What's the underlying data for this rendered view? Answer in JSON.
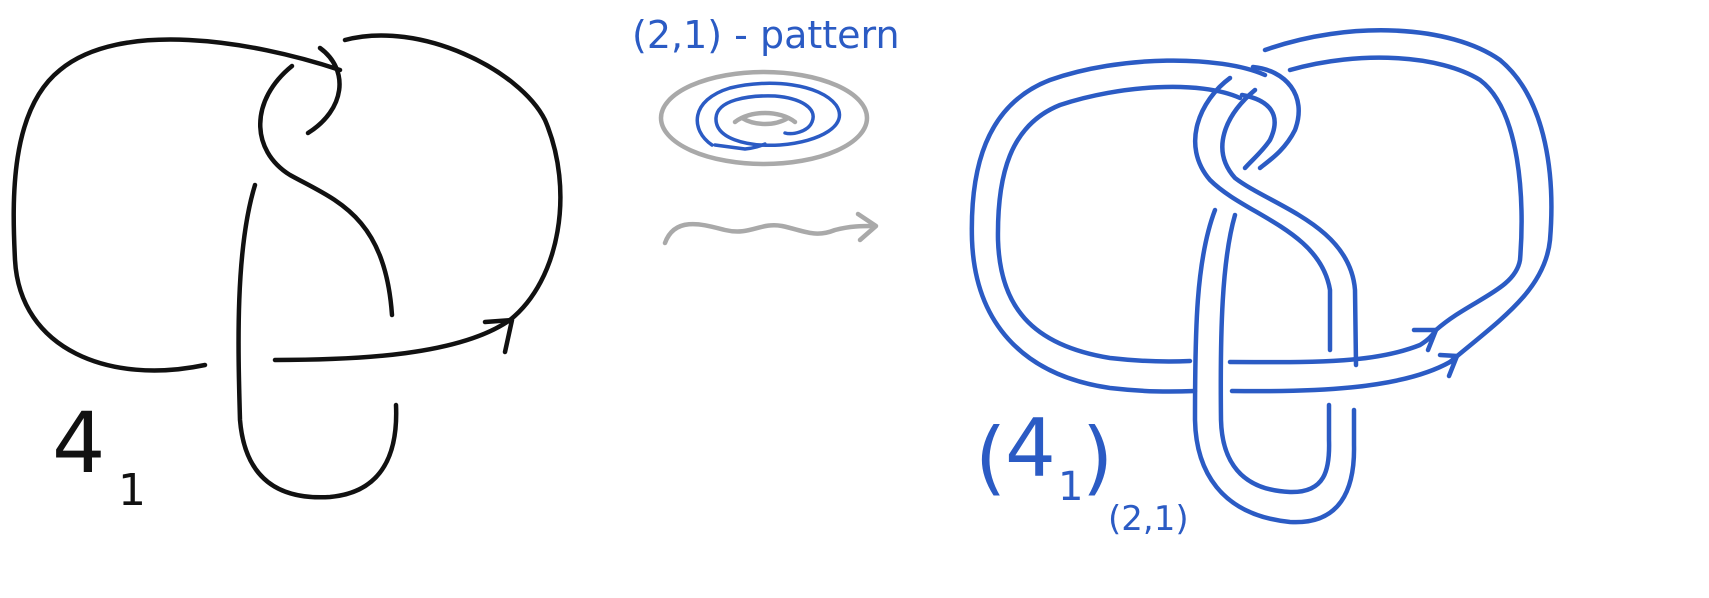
{
  "labels": {
    "knot": "4",
    "knot_subscript": "1",
    "pattern_title": "(2,1) - pattern",
    "result_open": "(",
    "result_knot": "4",
    "result_knot_subscript": "1",
    "result_close": ")",
    "result_subscript": "(2,1)"
  },
  "colors": {
    "knot": "#111111",
    "satellite": "#2b5bc4",
    "pattern_torus": "#a9a9a9",
    "arrow": "#a9a9a9"
  },
  "icons": {
    "transform_arrow": "wavy-arrow-icon"
  }
}
